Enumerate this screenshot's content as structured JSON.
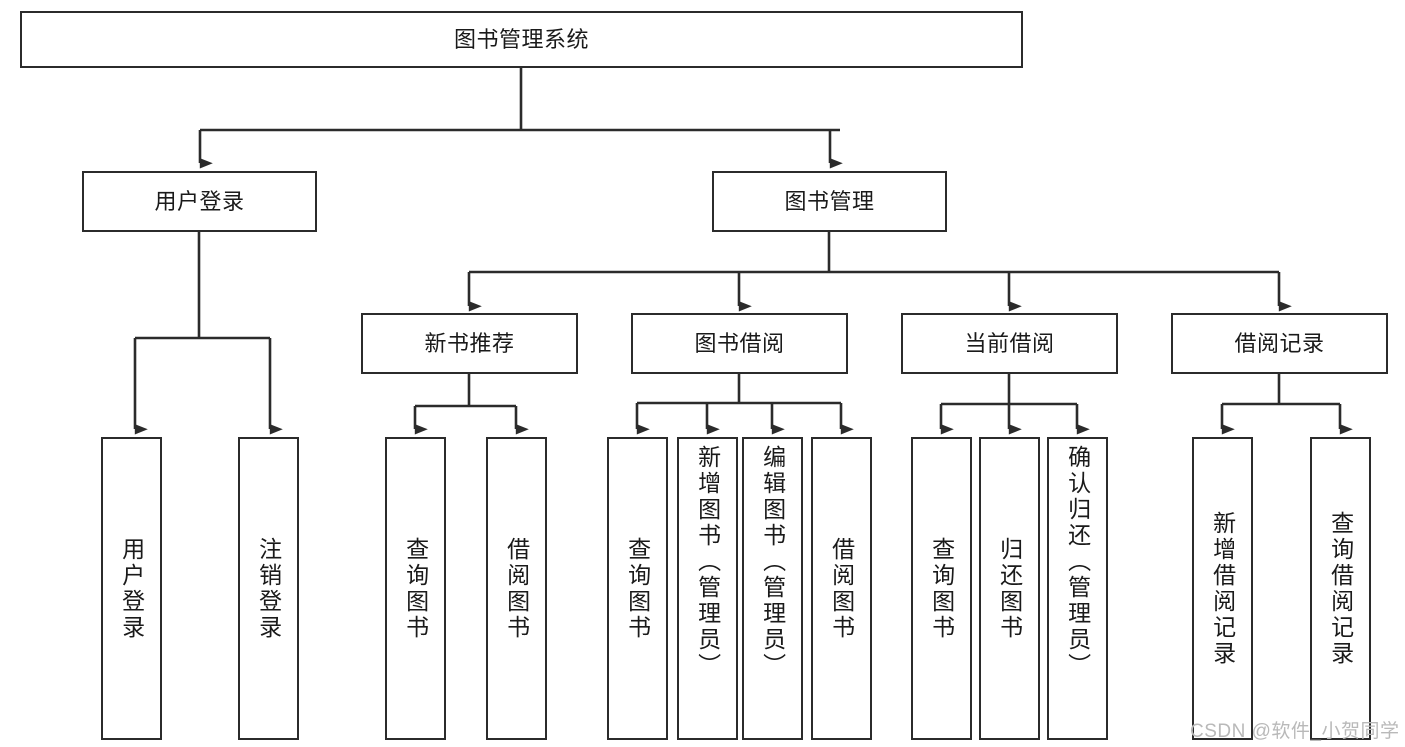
{
  "diagram": {
    "title": "图书管理系统",
    "type": "tree",
    "orientation": "top-down",
    "style": {
      "box_stroke": "#2b2b2b",
      "box_fill": "#ffffff",
      "edge_color": "#2b2b2b",
      "text_color": "#1a1a1a",
      "background": "#ffffff"
    },
    "root": {
      "id": "root",
      "label": "图书管理系统"
    },
    "level2": [
      {
        "id": "user-login",
        "label": "用户登录"
      },
      {
        "id": "book-management",
        "label": "图书管理"
      }
    ],
    "level3": [
      {
        "id": "new-book-recommend",
        "label": "新书推荐",
        "parent": "book-management"
      },
      {
        "id": "book-borrow",
        "label": "图书借阅",
        "parent": "book-management"
      },
      {
        "id": "current-borrow",
        "label": "当前借阅",
        "parent": "book-management"
      },
      {
        "id": "borrow-record",
        "label": "借阅记录",
        "parent": "book-management"
      }
    ],
    "leaves": {
      "user_login": [
        {
          "id": "leaf-user-login",
          "label": "用户登录"
        },
        {
          "id": "leaf-logout",
          "label": "注销登录"
        }
      ],
      "new_book_recommend": [
        {
          "id": "leaf-query-book-1",
          "label": "查询图书"
        },
        {
          "id": "leaf-borrow-book-1",
          "label": "借阅图书"
        }
      ],
      "book_borrow": [
        {
          "id": "leaf-query-book-2",
          "label": "查询图书"
        },
        {
          "id": "leaf-add-book",
          "label": "新增图书（管理员）"
        },
        {
          "id": "leaf-edit-book",
          "label": "编辑图书（管理员）"
        },
        {
          "id": "leaf-borrow-book-2",
          "label": "借阅图书"
        }
      ],
      "current_borrow": [
        {
          "id": "leaf-query-book-3",
          "label": "查询图书"
        },
        {
          "id": "leaf-return-book",
          "label": "归还图书"
        },
        {
          "id": "leaf-confirm-return",
          "label": "确认归还（管理员）"
        }
      ],
      "borrow_record": [
        {
          "id": "leaf-add-record",
          "label": "新增借阅记录"
        },
        {
          "id": "leaf-query-record",
          "label": "查询借阅记录"
        }
      ]
    }
  },
  "watermark": {
    "text": "CSDN @软件_小贺同学"
  }
}
